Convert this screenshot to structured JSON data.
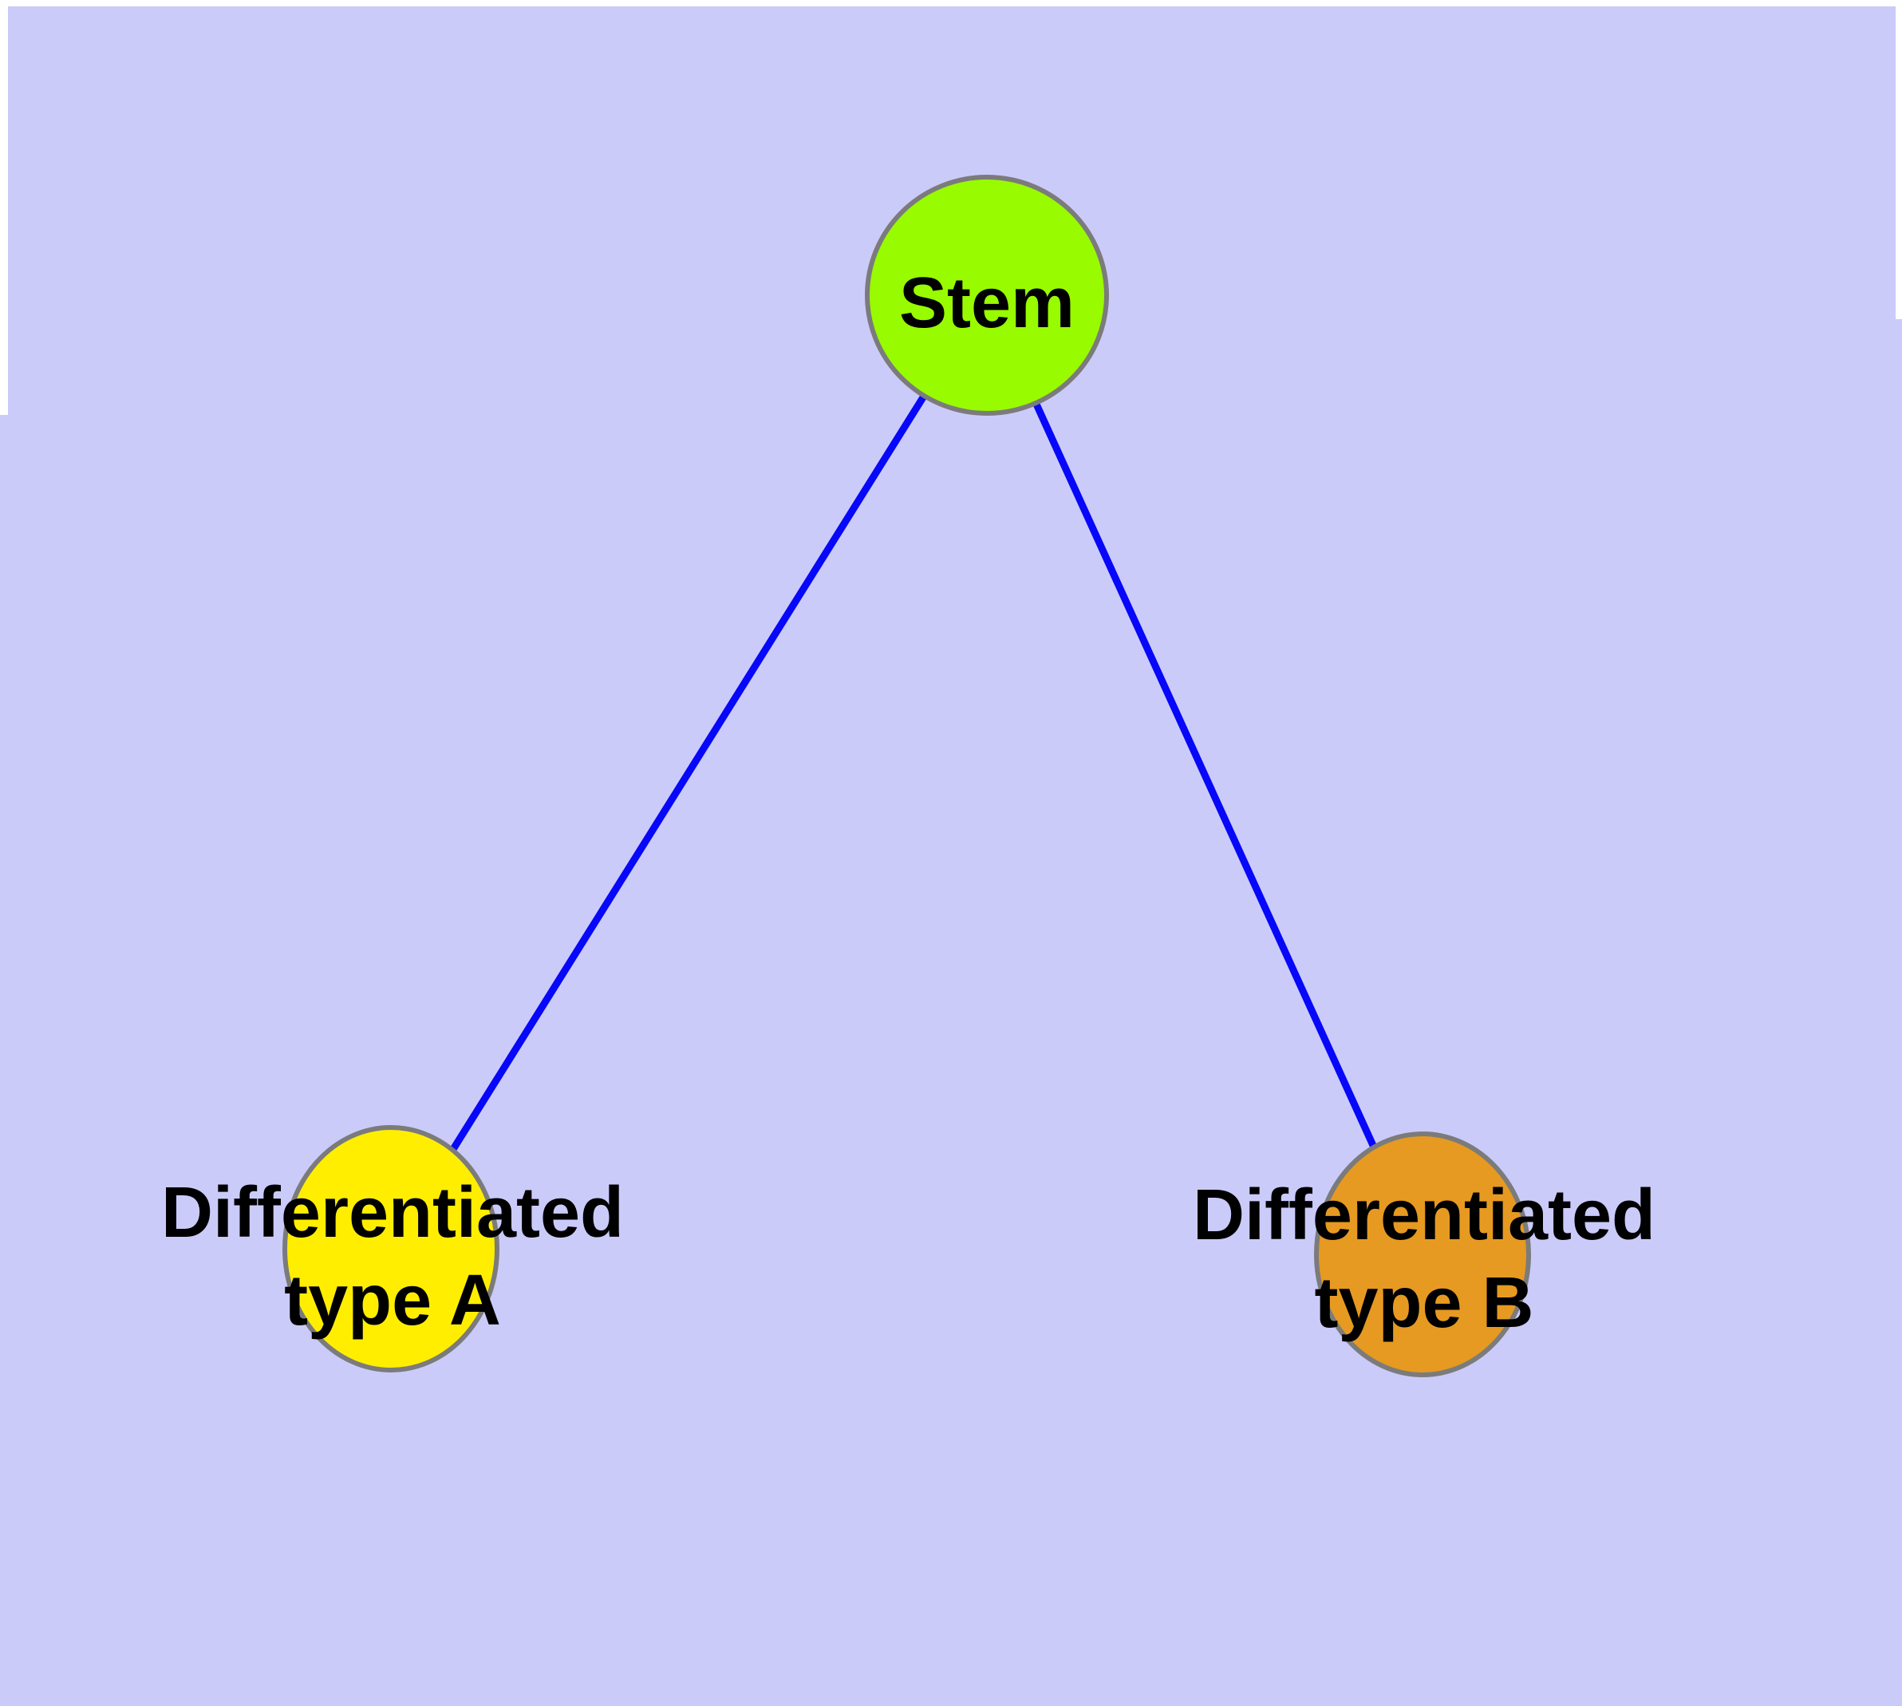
{
  "diagram": {
    "background_color": "#cbcbfa",
    "frame_color": "#ffffff",
    "edge_color": "#0707fa",
    "node_border_color": "#7b7b7b",
    "text_color": "#000000",
    "nodes": {
      "stem": {
        "label": "Stem",
        "fill": "#98fb00"
      },
      "type_a": {
        "label_line1": "Differentiated",
        "label_line2": "type A",
        "fill": "#ffee00"
      },
      "type_b": {
        "label_line1": "Differentiated",
        "label_line2": "type B",
        "fill": "#e69a21"
      }
    },
    "edges": [
      {
        "from": "Stem",
        "to": "Differentiated type A"
      },
      {
        "from": "Stem",
        "to": "Differentiated type B"
      }
    ]
  }
}
